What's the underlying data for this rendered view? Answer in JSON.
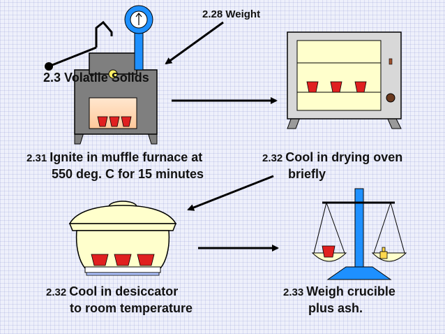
{
  "labels": {
    "weight": "2.28 Weight",
    "volatile": "2.3 Volatile Solids",
    "ignite_num": "2.31",
    "ignite_line1": "Ignite in muffle furnace at",
    "ignite_line2": "550 deg. C for 15 minutes",
    "cool_oven_num": "2.32",
    "cool_oven_line1": "Cool in drying oven",
    "cool_oven_line2": "briefly",
    "desiccator_num": "2.32",
    "desiccator_line1": "Cool in desiccator",
    "desiccator_line2": "to room temperature",
    "weigh_num": "2.33",
    "weigh_line1": "Weigh crucible",
    "weigh_line2": "plus ash."
  },
  "colors": {
    "crucible": "#e02020",
    "furnace_body": "#7f7f7f",
    "oven_body": "#d8d8d8",
    "oven_inner": "#ffffcc",
    "desiccator": "#ffffcc",
    "balance": "#1e90ff",
    "arrow": "#000000"
  }
}
